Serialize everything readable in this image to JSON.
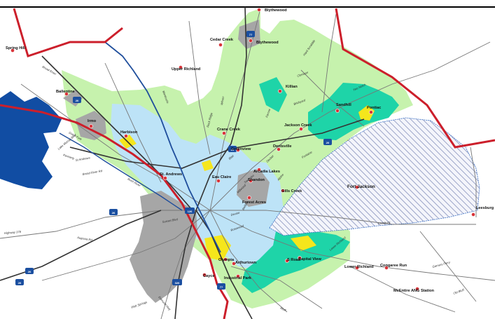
{
  "places": {
    "blythewood_top": "Blythewood",
    "blythewood": "Blythewood",
    "cedar_creek": "Cedar Creek",
    "spring_hill": "Spring Hill",
    "upper_richland": "Upper Richland",
    "ballentine": "Ballentine",
    "killian": "Killian",
    "sandhill": "Sandhill",
    "pontiac": "Pontiac",
    "irmo": "Irmo",
    "harbison": "Harbison",
    "crane_creek": "Crane Creek",
    "jackson_creek": "Jackson Creek",
    "st_andrews": "St. Andrews",
    "greenview": "Greenview",
    "dentsville": "Dentsville",
    "eau_claire": "Eau Claire",
    "arcadia_lakes": "Arcadia Lakes",
    "fort_jackson": "Fort Jackson",
    "forest_acres": "Forest Acres",
    "gills_creek": "Gills Creek",
    "leesburg": "Leesburg",
    "capital_view": "Capital View",
    "lower_richland": "Lower Richland",
    "congaree_run": "Congaree Run",
    "mcentire": "McEntire ANG Station",
    "industrial_park": "Industrial Park",
    "cayce": "Cayce",
    "olympia": "Olympia",
    "shakespeare": "Shandon",
    "south_road": "S Road",
    "arthurtown": "Arthurtown"
  },
  "roads": {
    "clemson": "Clemson",
    "hardscrabble": "Hard Scrabble",
    "brickyard": "Brickyard",
    "two_notch": "Two Notch",
    "farrow": "Farrow",
    "wilson": "Wilson",
    "monticello": "Monticello",
    "broad_river": "Broad River",
    "bush_river": "Bush River",
    "st_andrews_rd": "St Andrews",
    "dutch_fork": "Dutch Fork",
    "kennerly": "Kennerly",
    "broad_river_rd": "Broad River Rd",
    "lake_murray": "Lake Murray Blvd",
    "highway_378": "Highway 378",
    "augusta": "Augusta Rd",
    "sunset": "Sunset Blvd",
    "garners_ferry": "Garners Ferry",
    "bluff": "Bluff",
    "platt_springs": "Platt Springs",
    "edmund": "Edmund Hwy",
    "mcords_ferry": "McCords Ferry",
    "leesburg_rd": "Leesburg",
    "lower_richland_blvd": "Lower Richland",
    "old_bluff": "Old Bluff",
    "rosewood": "Rosewood",
    "beltline": "Beltline",
    "devine": "Devine",
    "millwood": "Millwood",
    "fontaine": "Fontaine",
    "rock_ridge": "Rock Ridge",
    "decker": "Decker",
    "alpine": "Alpine",
    "blair": "Blair",
    "trenholm": "Trenholm"
  },
  "shields": {
    "i77": "77",
    "i20_nw": "20",
    "i20_mid": "20",
    "i20_e": "20",
    "i26_w": "26",
    "i26_sw": "26",
    "i126": "126",
    "i26_s": "26",
    "i77_s": "77",
    "i326": "326"
  },
  "colors": {
    "county_line": "#cc1f2b",
    "river": "#1f4e9c",
    "lake": "#114da3",
    "zone_green": "#c6f2ad",
    "zone_blue": "#bde3f7",
    "zone_teal": "#1ed4a8",
    "zone_yellow": "#f5e61c",
    "urban_gray": "#a6a6a6",
    "fort_hatch": "#9aa3c7"
  }
}
